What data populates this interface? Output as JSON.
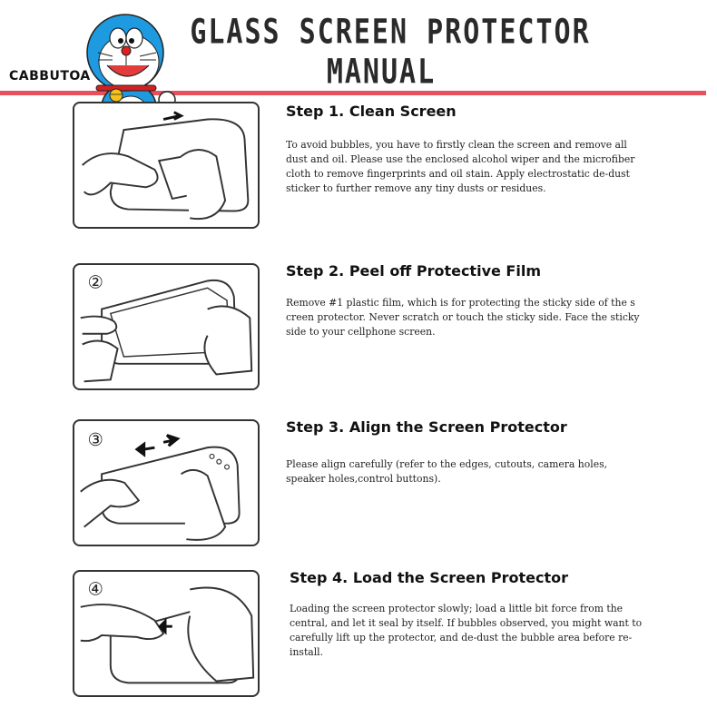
{
  "header": {
    "title_line1": "GLASS SCREEN PROTECTOR",
    "title_line2": "MANUAL",
    "brand": "CABBUTOA",
    "accent_color": "#e8505b"
  },
  "steps": [
    {
      "badge": "",
      "title": "Step 1. Clean Screen",
      "text": "To avoid bubbles, you have to firstly clean the screen and remove all dust and oil. Please use the enclosed alcohol wiper and the microfiber cloth to remove fingerprints and oil stain. Apply electrostatic de-dust sticker to further remove any tiny dusts or residues.",
      "icon": "cleaning-hand-icon"
    },
    {
      "badge": "②",
      "title": "Step 2. Peel off Protective Film",
      "text": "Remove #1 plastic film, which is for protecting the sticky side of the s creen protector. Never scratch or touch the sticky side. Face the sticky side to your cellphone screen.",
      "icon": "peeling-hand-icon"
    },
    {
      "badge": "③",
      "title": "Step 3. Align the Screen Protector",
      "text": "Please align carefully (refer to the edges, cutouts, camera holes, speaker holes,control buttons).",
      "icon": "aligning-hand-icon"
    },
    {
      "badge": "④",
      "title": "Step 4. Load the Screen Protector",
      "text": "Loading the screen protector slowly; load a little bit force from the central, and let it seal by itself. If bubbles observed, you might want to carefully lift up the protector, and de-dust the bubble area before re-install.",
      "icon": "pressing-hand-icon"
    }
  ]
}
